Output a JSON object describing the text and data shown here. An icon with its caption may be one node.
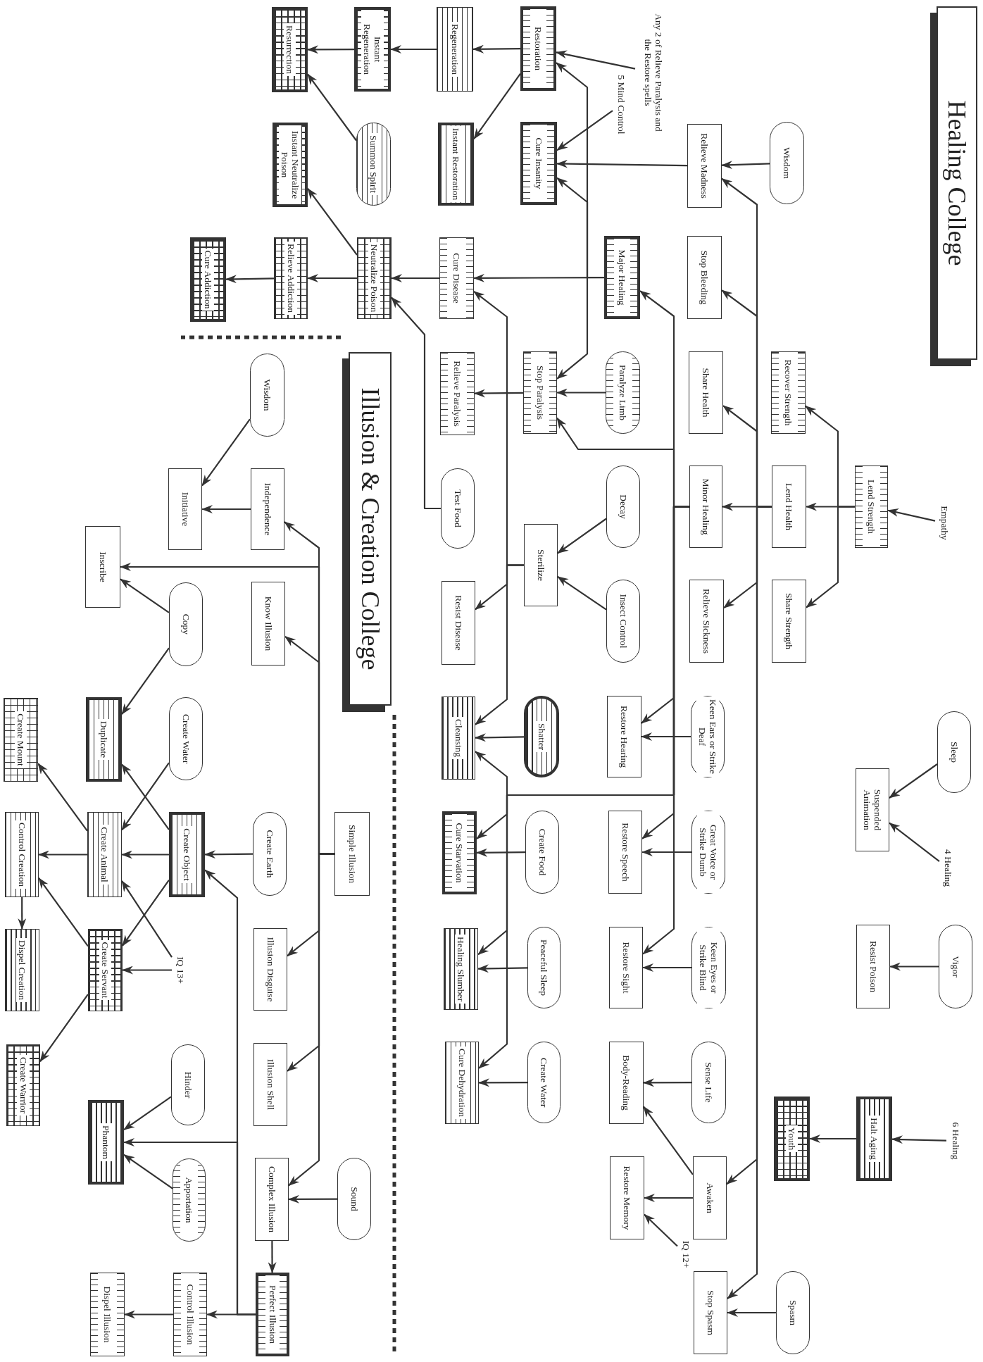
{
  "diagram": {
    "nodes": [
      {
        "text": [
          "Healing College"
        ]
      },
      {
        "text": [
          "Empathy"
        ]
      },
      {
        "text": [
          "4 Healing"
        ]
      },
      {
        "text": [
          "6 Healing"
        ]
      },
      {
        "text": [
          "Sleep"
        ]
      },
      {
        "text": [
          "Vigor"
        ]
      },
      {
        "text": [
          "Wisdom"
        ]
      },
      {
        "text": [
          "Recover Strength"
        ]
      },
      {
        "text": [
          "Lend Strength"
        ]
      },
      {
        "text": [
          "Share Strength"
        ]
      },
      {
        "text": [
          "Suspended Animation"
        ]
      },
      {
        "text": [
          "Resist Poison"
        ]
      },
      {
        "text": [
          "Halt Aging"
        ]
      },
      {
        "text": [
          "Lend Health"
        ]
      },
      {
        "text": [
          "Youth"
        ]
      },
      {
        "text": [
          "Spasm"
        ]
      },
      {
        "text": [
          "Relieve Madness"
        ]
      },
      {
        "text": [
          "Stop Bleeding"
        ]
      },
      {
        "text": [
          "Share Health"
        ]
      },
      {
        "text": [
          "Minor Healing"
        ]
      },
      {
        "text": [
          "Relieve Sickness"
        ]
      },
      {
        "text": [
          "Keen Ears or Strike Deaf"
        ]
      },
      {
        "text": [
          "Great Voice or Strike Dumb"
        ]
      },
      {
        "text": [
          "Keen Eyes or Strike Blind"
        ]
      },
      {
        "text": [
          "Sense Life"
        ]
      },
      {
        "text": [
          "Awaken"
        ]
      },
      {
        "text": [
          "Stop Spasm"
        ]
      },
      {
        "text": [
          "IQ 12+"
        ]
      },
      {
        "text": [
          "Any 2 of Relieve Paralysis and the Restore spells"
        ]
      },
      {
        "text": [
          "5 Mind Control"
        ]
      },
      {
        "text": [
          "Major Healing"
        ]
      },
      {
        "text": [
          "Paralyze Limb"
        ]
      },
      {
        "text": [
          "Decay"
        ]
      },
      {
        "text": [
          "Insect Control"
        ]
      },
      {
        "text": [
          "Restore Hearing"
        ]
      },
      {
        "text": [
          "Restore Speech"
        ]
      },
      {
        "text": [
          "Restore Sight"
        ]
      },
      {
        "text": [
          "Body-Reading"
        ]
      },
      {
        "text": [
          "Restore Memory"
        ]
      },
      {
        "text": [
          "Restoration"
        ]
      },
      {
        "text": [
          "Cure Insanity"
        ]
      },
      {
        "text": [
          "Stop Paralysis"
        ]
      },
      {
        "text": [
          "Sterilize"
        ]
      },
      {
        "text": [
          "Shatter"
        ]
      },
      {
        "text": [
          "Create Food"
        ]
      },
      {
        "text": [
          "Peaceful Sleep"
        ]
      },
      {
        "text": [
          "Create Water"
        ]
      },
      {
        "text": [
          "Regeneration"
        ]
      },
      {
        "text": [
          "Instant Restoration"
        ]
      },
      {
        "text": [
          "Cure Disease"
        ]
      },
      {
        "text": [
          "Relieve Paralysis"
        ]
      },
      {
        "text": [
          "Test Food"
        ]
      },
      {
        "text": [
          "Resist Disease"
        ]
      },
      {
        "text": [
          "Cleansing"
        ]
      },
      {
        "text": [
          "Cure Starvation"
        ]
      },
      {
        "text": [
          "Healing Slumber"
        ]
      },
      {
        "text": [
          "Cure Dehydration"
        ]
      },
      {
        "text": [
          "Instant Regeneration"
        ]
      },
      {
        "text": [
          "Summon Spirit"
        ]
      },
      {
        "text": [
          "Neutralize Poison"
        ]
      },
      {
        "text": [
          "Resurrection"
        ]
      },
      {
        "text": [
          "Instant Neutralize Poison"
        ]
      },
      {
        "text": [
          "Relieve Addiction"
        ]
      },
      {
        "text": [
          "Cure Addiction"
        ]
      },
      {
        "text": [
          "Illusion & Creation College"
        ]
      },
      {
        "text": [
          "Wisdom"
        ]
      },
      {
        "text": [
          "Independence"
        ]
      },
      {
        "text": [
          "Initiative"
        ]
      },
      {
        "text": [
          "Inscribe"
        ]
      },
      {
        "text": [
          "Know Illusion"
        ]
      },
      {
        "text": [
          "Copy"
        ]
      },
      {
        "text": [
          "Create Water"
        ]
      },
      {
        "text": [
          "Duplicate"
        ]
      },
      {
        "text": [
          "Create Mount"
        ]
      },
      {
        "text": [
          "Simple Illusion"
        ]
      },
      {
        "text": [
          "Create Earth"
        ]
      },
      {
        "text": [
          "Create Object"
        ]
      },
      {
        "text": [
          "Create Animal"
        ]
      },
      {
        "text": [
          "Control Creation"
        ]
      },
      {
        "text": [
          "Illusion Disguise"
        ]
      },
      {
        "text": [
          "IQ 13+"
        ]
      },
      {
        "text": [
          "Create Servant"
        ]
      },
      {
        "text": [
          "Dispel Creation"
        ]
      },
      {
        "text": [
          "Illusion Shell"
        ]
      },
      {
        "text": [
          "Hinder"
        ]
      },
      {
        "text": [
          "Create Warrior"
        ]
      },
      {
        "text": [
          "Sound"
        ]
      },
      {
        "text": [
          "Complex Illusion"
        ]
      },
      {
        "text": [
          "Phantom"
        ]
      },
      {
        "text": [
          "Apportation"
        ]
      },
      {
        "text": [
          "Perfect Illusion"
        ]
      },
      {
        "text": [
          "Control Illusion"
        ]
      },
      {
        "text": [
          "Dispel Illusion"
        ]
      }
    ],
    "edges": [
      {
        "from": 1,
        "to": 8,
        "arrow": "to"
      },
      {
        "from": 8,
        "to": 13,
        "arrow": "to"
      },
      {
        "from": 8,
        "to": 7,
        "arrow": "to"
      },
      {
        "from": 8,
        "to": 9,
        "arrow": "to"
      },
      {
        "from": 13,
        "to": 19,
        "arrow": "to"
      },
      {
        "from": 13,
        "to": 16,
        "arrow": "to"
      },
      {
        "from": 13,
        "to": 17,
        "arrow": "to"
      },
      {
        "from": 13,
        "to": 18,
        "arrow": "to"
      },
      {
        "from": 13,
        "to": 20,
        "arrow": "to"
      },
      {
        "from": 13,
        "to": 25,
        "arrow": "to"
      },
      {
        "from": 13,
        "to": 26,
        "arrow": "to"
      },
      {
        "from": 6,
        "to": 16,
        "arrow": "to"
      },
      {
        "from": 15,
        "to": 26,
        "arrow": "to"
      },
      {
        "from": 4,
        "to": 10,
        "arrow": "to"
      },
      {
        "from": 2,
        "to": 10,
        "arrow": "to"
      },
      {
        "from": 5,
        "to": 11,
        "arrow": "to"
      },
      {
        "from": 3,
        "to": 12,
        "arrow": "to"
      },
      {
        "from": 12,
        "to": 14,
        "arrow": "to"
      },
      {
        "from": 25,
        "to": 37,
        "arrow": "to"
      },
      {
        "from": 25,
        "to": 38,
        "arrow": "to"
      },
      {
        "from": 24,
        "to": 37,
        "arrow": "to"
      },
      {
        "from": 27,
        "to": 38,
        "arrow": "to"
      },
      {
        "from": 19,
        "to": 30,
        "arrow": "to"
      },
      {
        "from": 19,
        "to": 41,
        "arrow": "to"
      },
      {
        "from": 19,
        "to": 34,
        "arrow": "to"
      },
      {
        "from": 19,
        "to": 35,
        "arrow": "to"
      },
      {
        "from": 19,
        "to": 36,
        "arrow": "to"
      },
      {
        "from": 21,
        "to": 34,
        "arrow": "to"
      },
      {
        "from": 22,
        "to": 35,
        "arrow": "to"
      },
      {
        "from": 23,
        "to": 36,
        "arrow": "to"
      },
      {
        "from": 32,
        "to": 42,
        "arrow": "to"
      },
      {
        "from": 33,
        "to": 42,
        "arrow": "to"
      },
      {
        "from": 30,
        "to": 49,
        "arrow": "to"
      },
      {
        "from": 30,
        "to": 39,
        "arrow": "to"
      },
      {
        "from": 30,
        "to": 40,
        "arrow": "to"
      },
      {
        "from": 30,
        "to": 41,
        "arrow": "to"
      },
      {
        "from": 16,
        "to": 40,
        "arrow": "to"
      },
      {
        "from": 29,
        "to": 40,
        "arrow": "to"
      },
      {
        "from": 28,
        "to": 39,
        "arrow": "to"
      },
      {
        "from": 31,
        "to": 41,
        "arrow": "to"
      },
      {
        "from": 41,
        "to": 50,
        "arrow": "to"
      },
      {
        "from": 39,
        "to": 47,
        "arrow": "to"
      },
      {
        "from": 39,
        "to": 48,
        "arrow": "to"
      },
      {
        "from": 47,
        "to": 57,
        "arrow": "to"
      },
      {
        "from": 57,
        "to": 60,
        "arrow": "to"
      },
      {
        "from": 58,
        "to": 60,
        "arrow": "to"
      },
      {
        "from": 42,
        "to": 49,
        "arrow": "to"
      },
      {
        "from": 42,
        "to": 52,
        "arrow": "to"
      },
      {
        "from": 42,
        "to": 53,
        "arrow": "to"
      },
      {
        "from": 19,
        "to": 53,
        "arrow": "to"
      },
      {
        "from": 19,
        "to": 54,
        "arrow": "to"
      },
      {
        "from": 19,
        "to": 55,
        "arrow": "to"
      },
      {
        "from": 19,
        "to": 56,
        "arrow": "to"
      },
      {
        "from": 43,
        "to": 53,
        "arrow": "to"
      },
      {
        "from": 44,
        "to": 54,
        "arrow": "to"
      },
      {
        "from": 45,
        "to": 55,
        "arrow": "to"
      },
      {
        "from": 46,
        "to": 56,
        "arrow": "to"
      },
      {
        "from": 49,
        "to": 59,
        "arrow": "to"
      },
      {
        "from": 51,
        "to": 59,
        "arrow": "to"
      },
      {
        "from": 59,
        "to": 61,
        "arrow": "to"
      },
      {
        "from": 59,
        "to": 62,
        "arrow": "to"
      },
      {
        "from": 62,
        "to": 63,
        "arrow": "to"
      },
      {
        "from": 65,
        "to": 67,
        "arrow": "to"
      },
      {
        "from": 66,
        "to": 67,
        "arrow": "to"
      },
      {
        "from": 74,
        "to": 66,
        "arrow": "to"
      },
      {
        "from": 74,
        "to": 69,
        "arrow": "to"
      },
      {
        "from": 74,
        "to": 68,
        "arrow": "to"
      },
      {
        "from": 74,
        "to": 79,
        "arrow": "to"
      },
      {
        "from": 74,
        "to": 83,
        "arrow": "to"
      },
      {
        "from": 74,
        "to": 87,
        "arrow": "to"
      },
      {
        "from": 86,
        "to": 87,
        "arrow": "to"
      },
      {
        "from": 87,
        "to": 90,
        "arrow": "to"
      },
      {
        "from": 70,
        "to": 68,
        "arrow": "to"
      },
      {
        "from": 70,
        "to": 72,
        "arrow": "to"
      },
      {
        "from": 75,
        "to": 76,
        "arrow": "to"
      },
      {
        "from": 76,
        "to": 72,
        "arrow": "to"
      },
      {
        "from": 76,
        "to": 77,
        "arrow": "to"
      },
      {
        "from": 76,
        "to": 81,
        "arrow": "to"
      },
      {
        "from": 71,
        "to": 77,
        "arrow": "to"
      },
      {
        "from": 80,
        "to": 77,
        "arrow": "to"
      },
      {
        "from": 80,
        "to": 81,
        "arrow": "to"
      },
      {
        "from": 77,
        "to": 73,
        "arrow": "to"
      },
      {
        "from": 77,
        "to": 78,
        "arrow": "to"
      },
      {
        "from": 81,
        "to": 78,
        "arrow": "to"
      },
      {
        "from": 81,
        "to": 85,
        "arrow": "to"
      },
      {
        "from": 78,
        "to": 82,
        "arrow": "to"
      },
      {
        "from": 90,
        "to": 91,
        "arrow": "to"
      },
      {
        "from": 91,
        "to": 92,
        "arrow": "to"
      },
      {
        "from": 90,
        "to": 88,
        "arrow": "to"
      },
      {
        "from": 90,
        "to": 76,
        "arrow": "to"
      },
      {
        "from": 84,
        "to": 88,
        "arrow": "to"
      },
      {
        "from": 89,
        "to": 88,
        "arrow": "to"
      }
    ]
  }
}
